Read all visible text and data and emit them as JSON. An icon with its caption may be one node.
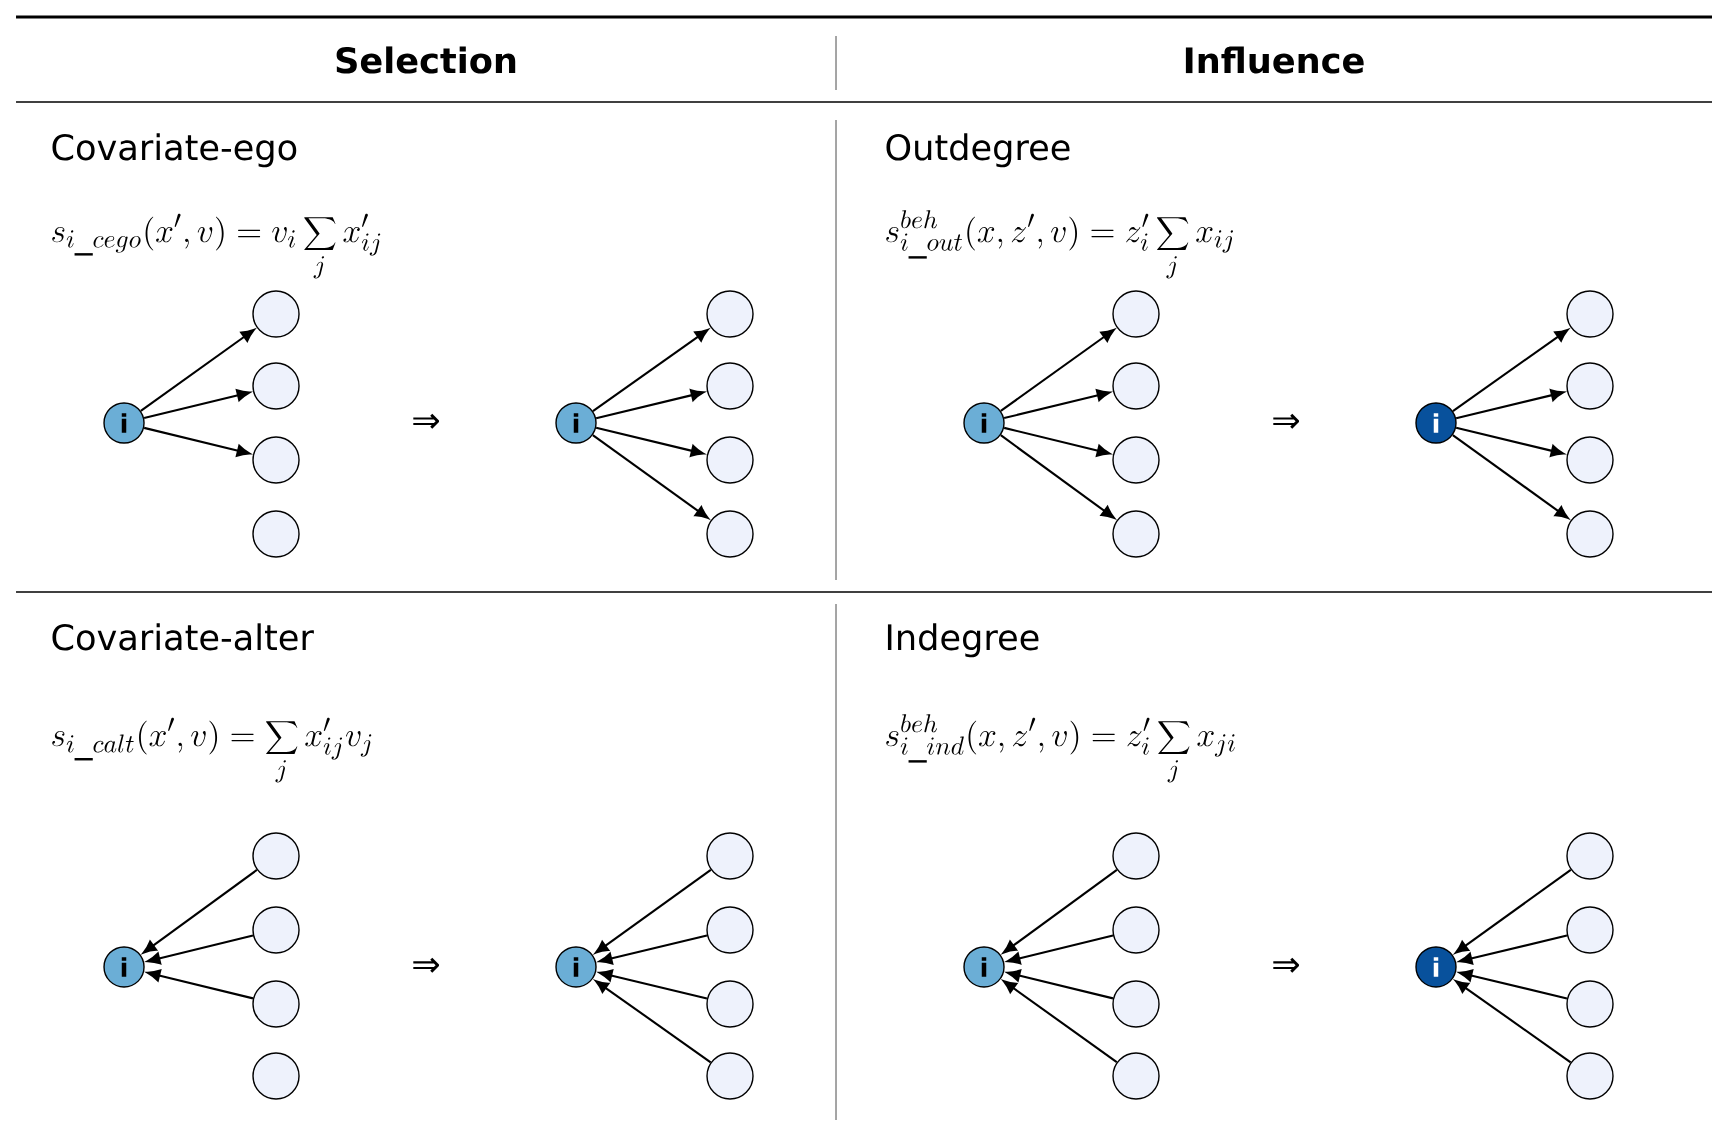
{
  "diagram": {
    "nodes": [
      {
        "text": [
          "Covariate-ego",
          "s_{i\\_cego}(x',v) = v_i \\sum_j x'_{ij}"
        ]
      },
      {
        "text": [
          "i"
        ]
      },
      {
        "text": [],
        "shape": "circle"
      },
      {
        "text": [],
        "shape": "circle"
      },
      {
        "text": [],
        "shape": "circle"
      },
      {
        "text": [],
        "shape": "circle"
      },
      {
        "text": [
          "i"
        ]
      },
      {
        "text": [],
        "shape": "circle"
      },
      {
        "text": [],
        "shape": "circle"
      },
      {
        "text": [],
        "shape": "circle"
      },
      {
        "text": [],
        "shape": "circle"
      },
      {
        "text": [
          "Outdegree",
          "s^{beh}_{i\\_out}(x,z',v) = z'_i \\sum_j x_{ij}"
        ]
      },
      {
        "text": [
          "i"
        ]
      },
      {
        "text": [],
        "shape": "circle"
      },
      {
        "text": [],
        "shape": "circle"
      },
      {
        "text": [],
        "shape": "circle"
      },
      {
        "text": [],
        "shape": "circle"
      },
      {
        "text": [
          "i"
        ]
      },
      {
        "text": [],
        "shape": "circle"
      },
      {
        "text": [],
        "shape": "circle"
      },
      {
        "text": [],
        "shape": "circle"
      },
      {
        "text": [],
        "shape": "circle"
      },
      {
        "text": [
          "Covariate-alter",
          "s_{i\\_calt}(x',v) = \\sum_j x'_{ij} v_j"
        ]
      },
      {
        "text": [
          "i"
        ]
      },
      {
        "text": [],
        "shape": "circle"
      },
      {
        "text": [],
        "shape": "circle"
      },
      {
        "text": [],
        "shape": "circle"
      },
      {
        "text": [],
        "shape": "circle"
      },
      {
        "text": [
          "i"
        ]
      },
      {
        "text": [],
        "shape": "circle"
      },
      {
        "text": [],
        "shape": "circle"
      },
      {
        "text": [],
        "shape": "circle"
      },
      {
        "text": [],
        "shape": "circle"
      },
      {
        "text": [
          "Indegree",
          "s^{beh}_{i\\_ind}(x,z',v) = z'_i \\sum_j x_{ji}"
        ]
      },
      {
        "text": [
          "i"
        ]
      },
      {
        "text": [],
        "shape": "circle"
      },
      {
        "text": [],
        "shape": "circle"
      },
      {
        "text": [],
        "shape": "circle"
      },
      {
        "text": [],
        "shape": "circle"
      },
      {
        "text": [
          "i"
        ]
      },
      {
        "text": [],
        "shape": "circle"
      },
      {
        "text": [],
        "shape": "circle"
      },
      {
        "text": [],
        "shape": "circle"
      },
      {
        "text": [],
        "shape": "circle"
      }
    ],
    "edges": [
      {
        "from": 1,
        "to": 2,
        "arrow": "to"
      },
      {
        "from": 1,
        "to": 3,
        "arrow": "to"
      },
      {
        "from": 1,
        "to": 4,
        "arrow": "to"
      },
      {
        "from": 6,
        "to": 7,
        "arrow": "to"
      },
      {
        "from": 6,
        "to": 8,
        "arrow": "to"
      },
      {
        "from": 6,
        "to": 9,
        "arrow": "to"
      },
      {
        "from": 6,
        "to": 10,
        "arrow": "to"
      },
      {
        "from": 12,
        "to": 13,
        "arrow": "to"
      },
      {
        "from": 12,
        "to": 14,
        "arrow": "to"
      },
      {
        "from": 12,
        "to": 15,
        "arrow": "to"
      },
      {
        "from": 12,
        "to": 16,
        "arrow": "to"
      },
      {
        "from": 17,
        "to": 18,
        "arrow": "to"
      },
      {
        "from": 17,
        "to": 19,
        "arrow": "to"
      },
      {
        "from": 17,
        "to": 20,
        "arrow": "to"
      },
      {
        "from": 17,
        "to": 21,
        "arrow": "to"
      },
      {
        "from": 24,
        "to": 23,
        "arrow": "to"
      },
      {
        "from": 25,
        "to": 23,
        "arrow": "to"
      },
      {
        "from": 26,
        "to": 23,
        "arrow": "to"
      },
      {
        "from": 29,
        "to": 28,
        "arrow": "to"
      },
      {
        "from": 30,
        "to": 28,
        "arrow": "to"
      },
      {
        "from": 31,
        "to": 28,
        "arrow": "to"
      },
      {
        "from": 32,
        "to": 28,
        "arrow": "to"
      },
      {
        "from": 35,
        "to": 34,
        "arrow": "to"
      },
      {
        "from": 36,
        "to": 34,
        "arrow": "to"
      },
      {
        "from": 37,
        "to": 34,
        "arrow": "to"
      },
      {
        "from": 38,
        "to": 34,
        "arrow": "to"
      },
      {
        "from": 40,
        "to": 39,
        "arrow": "to"
      },
      {
        "from": 41,
        "to": 39,
        "arrow": "to"
      },
      {
        "from": 42,
        "to": 39,
        "arrow": "to"
      },
      {
        "from": 43,
        "to": 39,
        "arrow": "to"
      }
    ],
    "labels": [
      "Selection",
      "Influence",
      "⇒",
      "⇒",
      "⇒",
      "⇒"
    ]
  }
}
